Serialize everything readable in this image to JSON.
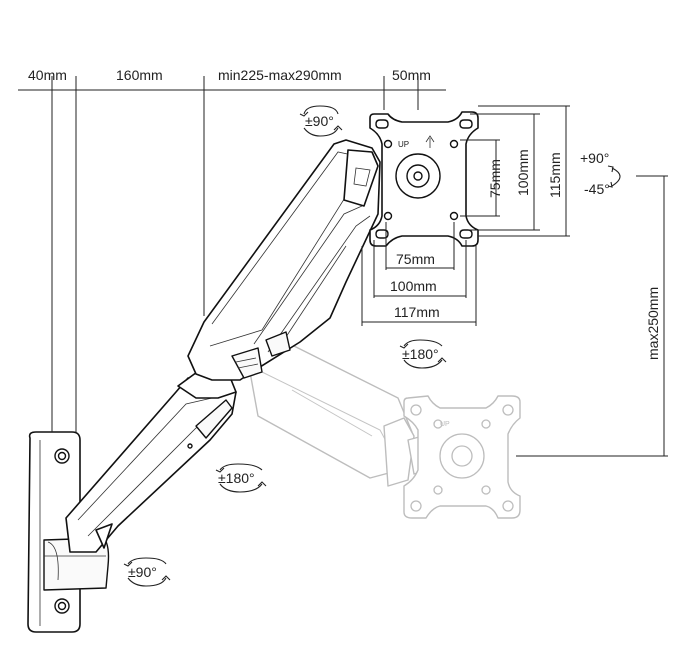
{
  "dimensions": {
    "wall_plate_depth": "40mm",
    "arm_length": "160mm",
    "arm_extension": "min225-max290mm",
    "head_depth": "50mm",
    "vesa_small_height": "75mm",
    "vesa_large_height": "100mm",
    "plate_height": "115mm",
    "vesa_small_width": "75mm",
    "vesa_large_width": "100mm",
    "plate_width": "117mm",
    "height_adjust": "max250mm"
  },
  "rotations": {
    "head_swivel": "±90°",
    "tilt_up": "+90°",
    "tilt_down": "-45°",
    "head_rotation": "±180°",
    "arm_joint": "±180°",
    "wall_swivel": "±90°"
  },
  "plate_marking": "UP",
  "colors": {
    "line": "#222222",
    "ghost": "#bdbdbd"
  }
}
